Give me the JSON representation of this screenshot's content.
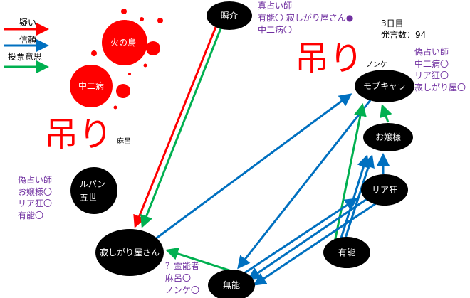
{
  "legend": {
    "doubt": "疑い",
    "trust": "信頼",
    "vote": "投票意思"
  },
  "colors": {
    "doubt": "#ff0000",
    "trust": "#0070c0",
    "vote": "#00b050",
    "note": "#7030a0"
  },
  "day_info": {
    "day": "3日目",
    "posts": "発言数：94"
  },
  "hanged_label": "吊り",
  "hanged": [
    "麻呂",
    "ノンケ"
  ],
  "dead": [
    "火の鳥",
    "中二病"
  ],
  "nodes": {
    "shunsuke": "瞬介",
    "mob": "モブキャラ",
    "ojousama": "お嬢様",
    "riakyou": "リア狂",
    "yuunou": "有能",
    "munou": "無能",
    "sabishigari": "寂しがり屋さん",
    "lupin": [
      "ルパン",
      "五世"
    ]
  },
  "notes": {
    "shunsuke": [
      "真占い師",
      "有能〇 寂しがり屋さん●",
      "中二病〇"
    ],
    "mob": [
      "偽占い師",
      "中二病〇",
      "リア狂〇",
      "寂しがり屋〇"
    ],
    "lupin": [
      "偽占い師",
      "お嬢様〇",
      "リア狂〇",
      "有能〇"
    ],
    "munou": [
      "？霊能者",
      "麻呂〇",
      "ノンケ〇"
    ]
  }
}
